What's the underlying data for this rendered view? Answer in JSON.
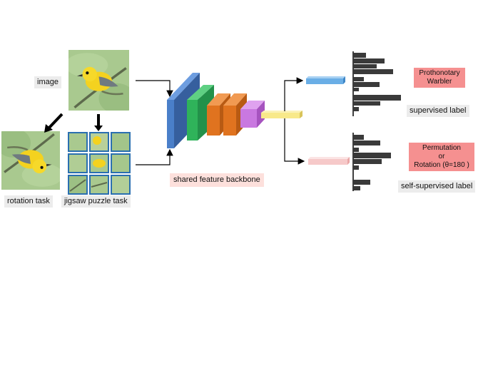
{
  "labels": {
    "image": "image",
    "rotation_task": "rotation task",
    "jigsaw_task": "jigsaw puzzle task",
    "backbone": "shared feature backbone",
    "supervised_label": "supervised label",
    "self_supervised_label": "self-supervised label"
  },
  "supervised_output": {
    "line1": "Prothonotary",
    "line2": "Warbler"
  },
  "self_supervised_output": {
    "line1": "Permutation",
    "line2": "or",
    "line3": "Rotation (θ=180 )"
  },
  "colors": {
    "backbone_blue": "#4a7fc9",
    "backbone_green": "#2fb35a",
    "backbone_orange": "#e0731f",
    "backbone_purple": "#c978e0",
    "feature_yellow": "#f8e98a",
    "head_blue": "#6aaee6",
    "head_pink": "#f6c9c9",
    "histogram_bar": "#3a3a3a",
    "label_red": "#f59090"
  },
  "icons": [
    "bird-photo",
    "arrow-icon"
  ]
}
